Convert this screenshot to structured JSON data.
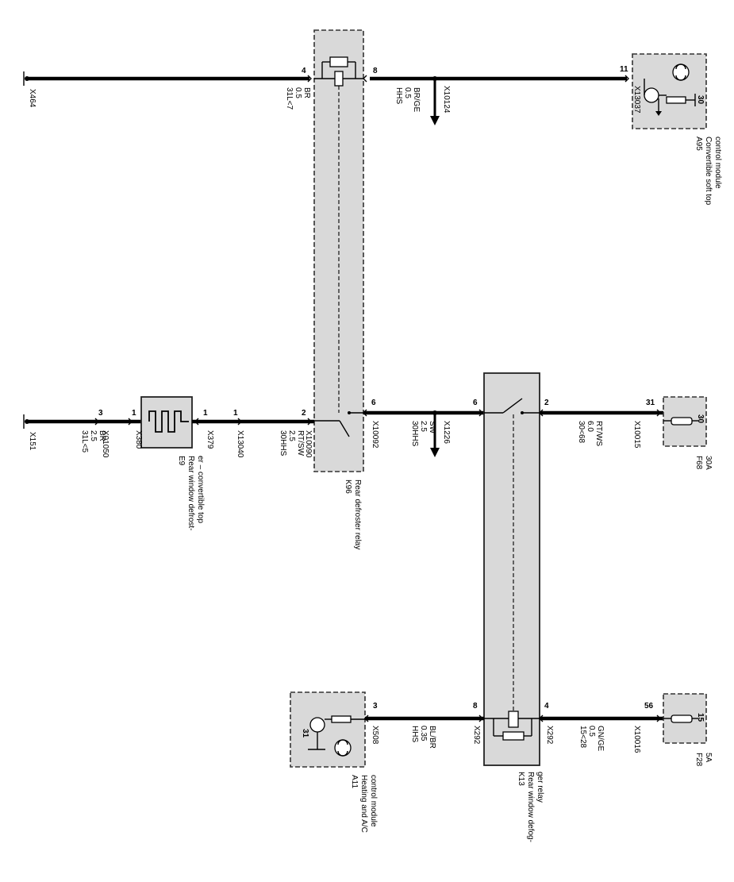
{
  "top_row": {
    "ground_left": "X464",
    "wire_left": {
      "pin": "4",
      "lines": [
        "31L<7",
        "0.5",
        "BR"
      ]
    },
    "wire_right": {
      "pin": "8",
      "lines": [
        "HHS",
        "0.5",
        "BR/GE"
      ]
    },
    "branch": "X10124",
    "module_connector": "X13037",
    "module_pin": "11",
    "module_terminal": "30",
    "module_code": "A95",
    "module_name": [
      "Convertible soft top",
      "control module"
    ]
  },
  "middle_row": {
    "ground_left": "X151",
    "wire_ground": {
      "pin": "3",
      "lines": [
        "31L<5",
        "2.5",
        "BR"
      ]
    },
    "ground_connector": "X01050",
    "defogger_pin_left": "1",
    "defogger_conn_left": "X380",
    "defogger_pin_right": "1",
    "defogger_conn_right": "X379",
    "defogger_code": "E9",
    "defogger_name": [
      "Rear window defrost-",
      "er – convertible top"
    ],
    "wire_feed": {
      "pin": "1",
      "connector": "X13040",
      "lines": [
        "30HHS",
        "2.5",
        "RT/SW"
      ]
    },
    "relay_pin_in": "2",
    "relay_conn_in": "X10090",
    "relay_pin_out": "6",
    "relay_conn_out": "X10092",
    "relay_code": "K96",
    "relay_name": "Rear defroster relay",
    "wire_link": {
      "lines": [
        "30HHS",
        "2.5",
        "SW"
      ]
    },
    "branch": "X1226",
    "k13_pin_left": "6",
    "k13_pin_right": "2",
    "wire_fuse": {
      "lines": [
        "30<68",
        "6.0",
        "RT/WS"
      ]
    },
    "fuse_pin": "31",
    "fuse_conn": "X10015",
    "fuse_terminal": "30",
    "fuse_code": "F68",
    "fuse_rating": "30A"
  },
  "bottom_row": {
    "module_pin": "3",
    "module_conn": "X508",
    "module_terminal": "31",
    "module_code": "A11",
    "module_name": [
      "Heating and A/C",
      "control module"
    ],
    "wire_module": {
      "lines": [
        "HHS",
        "0.35",
        "BL/BR"
      ]
    },
    "k13_pin_left": "8",
    "k13_conn_left": "X292",
    "k13_pin_right": "4",
    "k13_conn_right": "X292",
    "k13_code": "K13",
    "k13_name": [
      "Rear window defog-",
      "ger relay"
    ],
    "wire_fuse": {
      "lines": [
        "15<28",
        "0.5",
        "GN/GE"
      ]
    },
    "fuse_pin": "56",
    "fuse_conn": "X10016",
    "fuse_terminal": "15",
    "fuse_code": "F28",
    "fuse_rating": "5A"
  }
}
